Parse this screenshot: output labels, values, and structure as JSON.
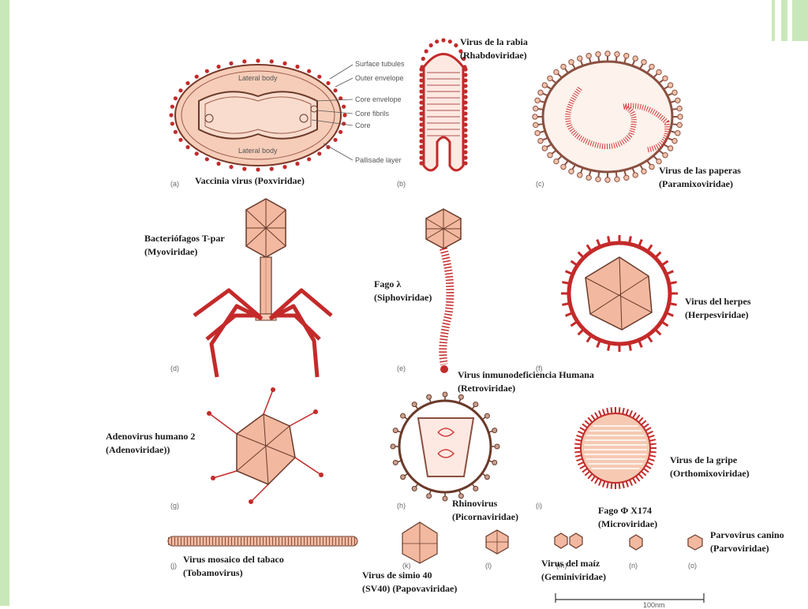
{
  "colors": {
    "accent_bar": "#c9e8b9",
    "virus_red": "#c42a2a",
    "virus_fill": "#f2b9a0",
    "virus_light": "#f9dccd"
  },
  "panel_letters": [
    "(a)",
    "(b)",
    "(c)",
    "(d)",
    "(e)",
    "(f)",
    "(g)",
    "(h)",
    "(i)",
    "(j)",
    "(k)",
    "(l)",
    "(m)",
    "(n)",
    "(o)"
  ],
  "callouts": [
    "Surface tubules",
    "Outer envelope",
    "Core envelope",
    "Core fibrils",
    "Core",
    "Pallisade layer",
    "Lateral body",
    "Lateral body"
  ],
  "scale_bar": "100nm",
  "labels": {
    "vaccinia": [
      "Vaccinia virus (Poxviridae)"
    ],
    "rabia": [
      "Virus de la rabia",
      "(Rhabdoviridae)"
    ],
    "paperas": [
      "Virus de las paperas",
      "(Paramixoviridae)"
    ],
    "bacteriofago": [
      "Bacteriófagos T-par",
      "(Myoviridae)"
    ],
    "fago_lambda": [
      "Fago λ",
      "(Siphoviridae)"
    ],
    "herpes": [
      "Virus del herpes",
      "(Herpesviridae)"
    ],
    "vih": [
      "Virus inmunodeficiencia Humana",
      "(Retroviridae)"
    ],
    "adenovirus": [
      "Adenovirus humano 2",
      "(Adenoviridae))"
    ],
    "rhinovirus": [
      "Rhinovirus",
      "(Picornaviridae)"
    ],
    "gripe": [
      "Virus de la gripe",
      "(Orthomixoviridae)"
    ],
    "fago_phi": [
      "Fago Φ X174",
      "(Microviridae)"
    ],
    "parvovirus": [
      "Parvovirus canino",
      "(Parvoviridae)"
    ],
    "tabaco": [
      "Virus mosaico del tabaco",
      "(Tobamovirus)"
    ],
    "sv40": [
      "Virus de simio 40",
      "(SV40) (Papovaviridae)"
    ],
    "maiz": [
      "Virus del maíz",
      "(Geminiviridae)"
    ]
  }
}
